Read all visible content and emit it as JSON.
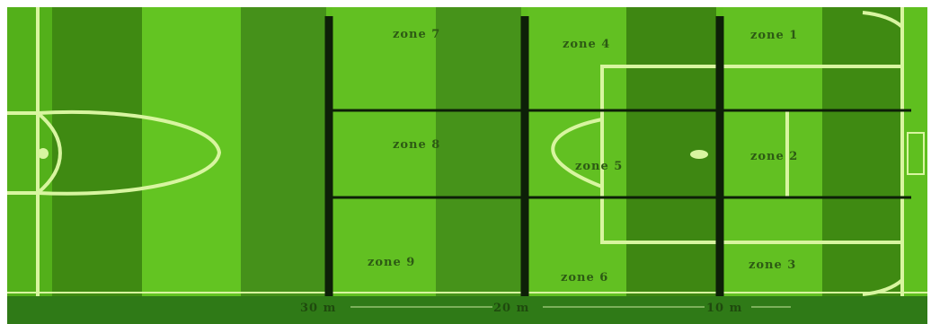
{
  "diagram": {
    "zones": [
      {
        "id": "zone-7",
        "label": "zone 7"
      },
      {
        "id": "zone-8",
        "label": "zone 8"
      },
      {
        "id": "zone-9",
        "label": "zone 9"
      },
      {
        "id": "zone-4",
        "label": "zone 4"
      },
      {
        "id": "zone-5",
        "label": "zone 5"
      },
      {
        "id": "zone-6",
        "label": "zone 6"
      },
      {
        "id": "zone-1",
        "label": "zone 1"
      },
      {
        "id": "zone-2",
        "label": "zone 2"
      },
      {
        "id": "zone-3",
        "label": "zone 3"
      }
    ],
    "distance_scale": [
      "30 m",
      "20 m",
      "10 m"
    ],
    "colors": {
      "grass_light": "#5fbf1f",
      "grass_dark": "#3f8a12",
      "pitch_line": "#d8f5a0",
      "zone_line": "#0d1f08",
      "bottom_band": "#2f7a17",
      "label": "#2d5a14"
    }
  }
}
